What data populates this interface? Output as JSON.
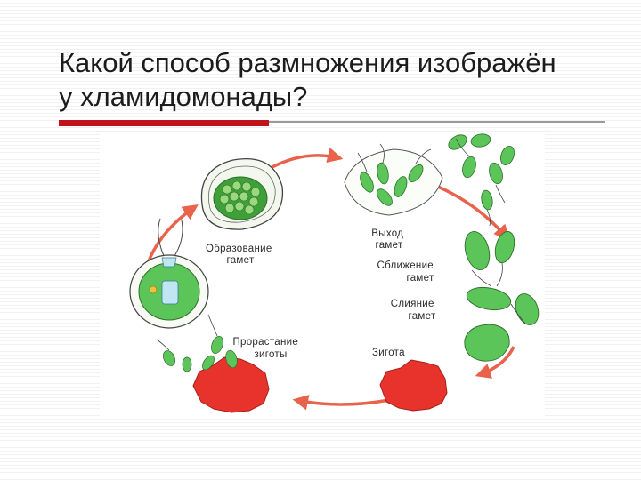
{
  "slide": {
    "title": "Какой способ размножения изображён\nу хламидомонады?"
  },
  "diagram": {
    "labels": {
      "gamete_formation": [
        "Образование",
        "гамет"
      ],
      "gamete_release": [
        "Выход",
        "гамет"
      ],
      "gamete_approach": [
        "Сближение",
        "гамет"
      ],
      "gamete_fusion": [
        "Слияние",
        "гамет"
      ],
      "zygote": "Зигота",
      "zygote_germination": [
        "Прорастание",
        "зиготы"
      ]
    },
    "colors": {
      "cell_green": "#5cc55a",
      "zygote_red": "#e8332c",
      "arrow_red": "#e8624c",
      "title_bar_red": "#c0121a"
    }
  }
}
